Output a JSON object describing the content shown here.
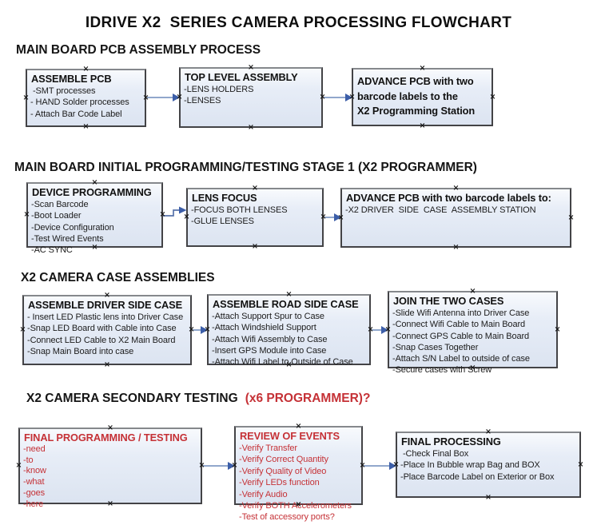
{
  "title": "IDRIVE X2  SERIES CAMERA PROCESSING FLOWCHART",
  "colors": {
    "accent_red": "#c53136",
    "box_fill": "#dce4f1",
    "box_border": "#434346",
    "arrow_line": "#91a7cc",
    "arrow_head": "#3c5ea8"
  },
  "sections": [
    {
      "heading": "MAIN BOARD PCB ASSEMBLY PROCESS",
      "boxes": [
        {
          "title": "ASSEMBLE PCB",
          "items": [
            " -SMT processes",
            "- HAND Solder processes",
            "- Attach Bar Code Label"
          ]
        },
        {
          "title": "TOP LEVEL ASSEMBLY",
          "items": [
            "-LENS HOLDERS",
            "-LENSES"
          ]
        },
        {
          "title": "ADVANCE PCB with two\nbarcode labels to the\n X2 Programming Station",
          "items": []
        }
      ]
    },
    {
      "heading": "MAIN BOARD INITIAL PROGRAMMING/TESTING STAGE 1 (X2 PROGRAMMER)",
      "boxes": [
        {
          "title": "DEVICE PROGRAMMING",
          "items": [
            "-Scan Barcode",
            "-Boot Loader",
            "-Device Configuration",
            "-Test Wired Events",
            "-AC SYNC"
          ]
        },
        {
          "title": "LENS FOCUS",
          "items": [
            "-FOCUS BOTH LENSES",
            "-GLUE LENSES"
          ]
        },
        {
          "title": "ADVANCE PCB with two barcode labels to:",
          "items": [
            "-X2 DRIVER  SIDE  CASE  ASSEMBLY STATION"
          ]
        }
      ]
    },
    {
      "heading": "X2 CAMERA CASE ASSEMBLIES",
      "boxes": [
        {
          "title": "ASSEMBLE DRIVER SIDE CASE",
          "items": [
            "- Insert LED Plastic lens into Driver Case",
            "-Snap LED Board with Cable into Case",
            "-Connect LED Cable to X2 Main Board",
            "-Snap Main Board into case"
          ]
        },
        {
          "title": "ASSEMBLE ROAD SIDE CASE",
          "items": [
            "-Attach Support Spur to Case",
            "-Attach Windshield Support",
            "-Attach Wifi Assembly to Case",
            "-Insert GPS Module into Case",
            "-Attach Wifi Label to Outside of Case"
          ]
        },
        {
          "title": "JOIN THE TWO CASES",
          "items": [
            "-Slide Wifi Antenna into Driver Case",
            "-Connect Wifi Cable to Main Board",
            "-Connect GPS Cable to Main Board",
            "-Snap Cases Together",
            "-Attach S/N Label to outside of case",
            "-Secure cases with Screw"
          ]
        }
      ]
    },
    {
      "heading": "X2 CAMERA SECONDARY TESTING",
      "heading_suffix": "(x6 PROGRAMMER)?",
      "boxes": [
        {
          "title": "FINAL PROGRAMMING / TESTING",
          "items": [
            "-need",
            "-to",
            "-know",
            "-what",
            "-goes",
            "-here"
          ]
        },
        {
          "title": "REVIEW OF EVENTS",
          "items": [
            "-Verify Transfer",
            "-Verify Correct Quantity",
            "-Verify Quality of Video",
            "-Verify LEDs function",
            "-Verify Audio",
            "-Verify BOTH Accelerometers",
            "-Test of accessory ports?"
          ]
        },
        {
          "title": "FINAL PROCESSING",
          "items": [
            " -Check Final Box",
            "-Place In Bubble wrap Bag and BOX",
            "-Place Barcode Label on Exterior or Box"
          ]
        }
      ]
    }
  ]
}
